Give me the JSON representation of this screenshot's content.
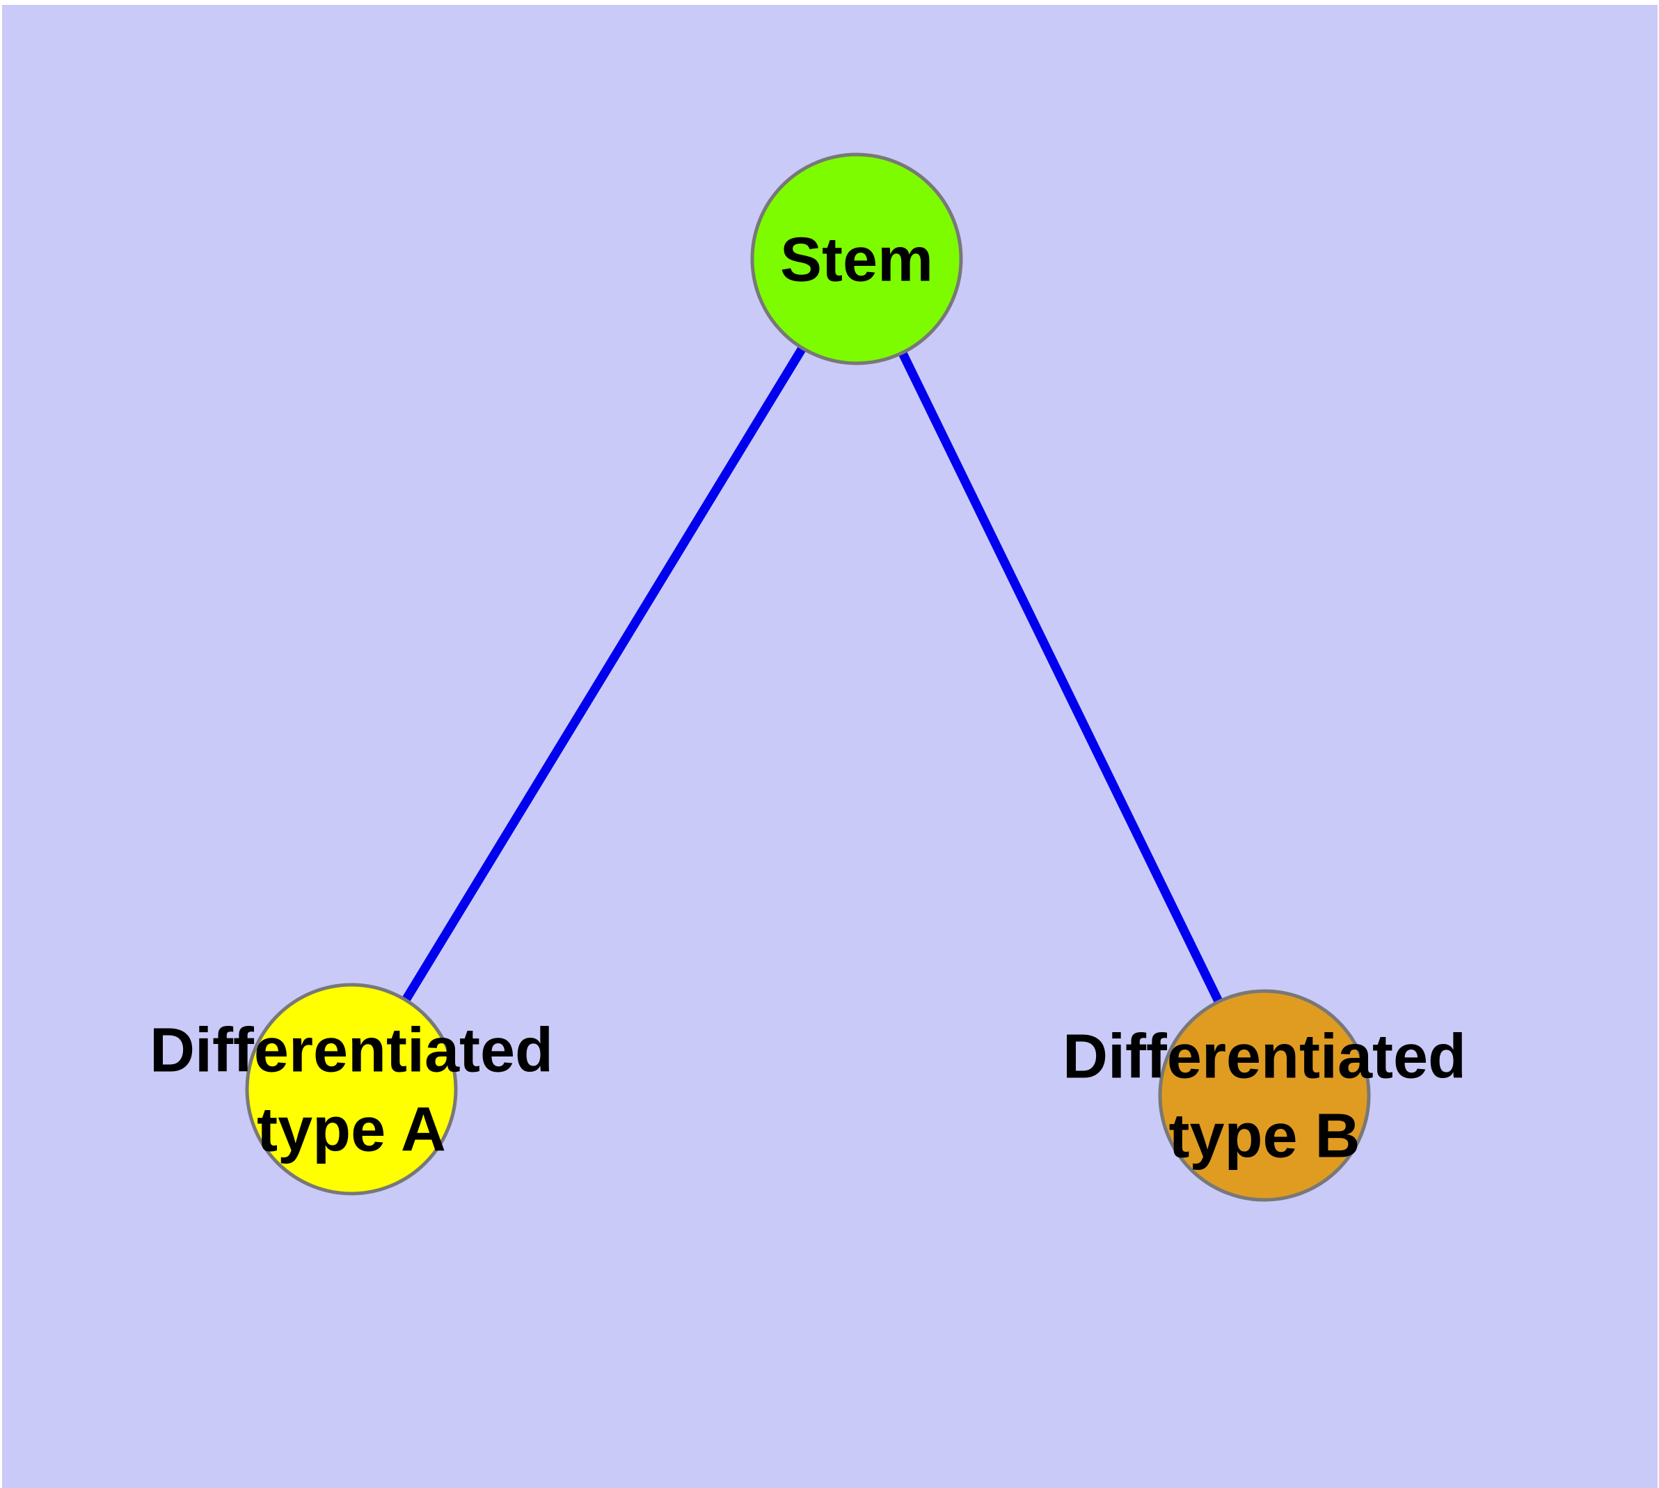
{
  "canvas": {
    "margin_color": "#ffffff",
    "background_color": "#cacaf8"
  },
  "edges": {
    "color": "#0000ee",
    "items": [
      {
        "from": "stem",
        "to": "differentiated-type-a"
      },
      {
        "from": "stem",
        "to": "differentiated-type-b"
      }
    ]
  },
  "nodes": {
    "stem": {
      "label": "Stem",
      "fill": "#7dfc00",
      "border": "#787878"
    },
    "type_a": {
      "label_line1": "Differentiated",
      "label_line2": "type A",
      "fill": "#ffff00",
      "border": "#787878"
    },
    "type_b": {
      "label_line1": "Differentiated",
      "label_line2": "type B",
      "fill": "#e09c20",
      "border": "#787878"
    }
  }
}
